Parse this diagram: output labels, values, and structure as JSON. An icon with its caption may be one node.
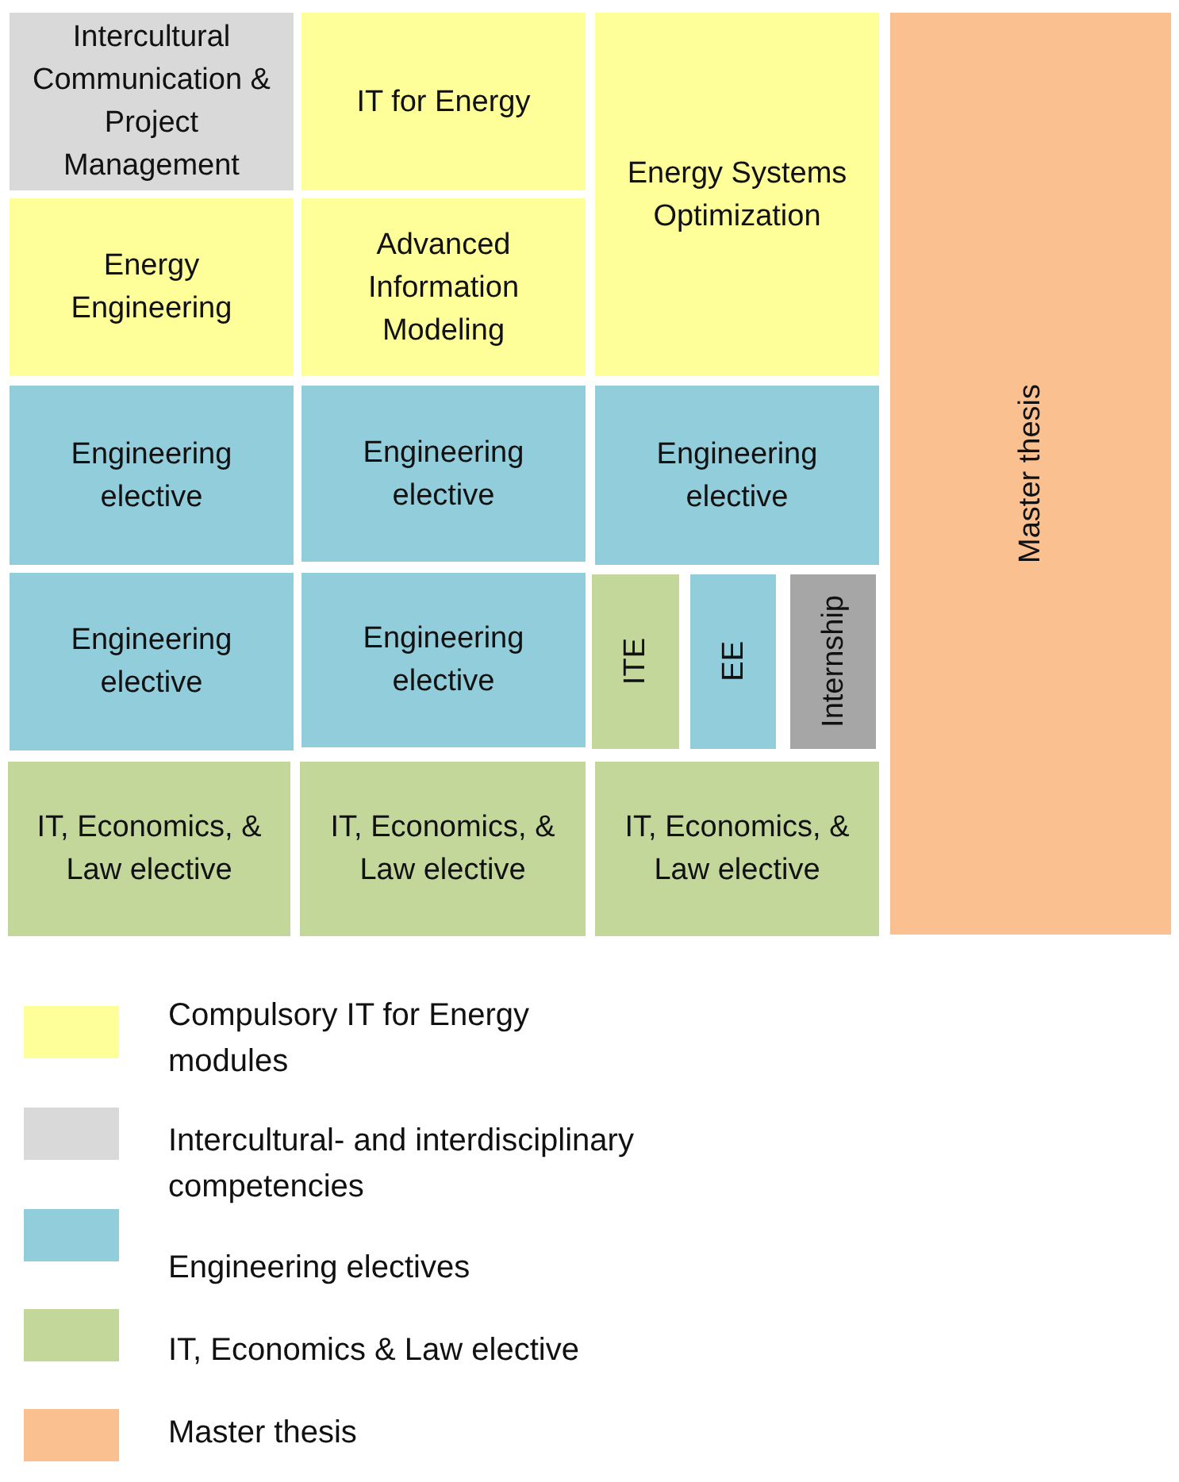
{
  "diagram": {
    "nodes": [
      {
        "text": [
          "Intercultural Communication & Project Management"
        ]
      },
      {
        "text": [
          "IT for Energy"
        ]
      },
      {
        "text": [
          "Energy Systems Optimization"
        ]
      },
      {
        "text": [
          "Master thesis"
        ]
      },
      {
        "text": [
          "Energy Engineering"
        ]
      },
      {
        "text": [
          "Advanced Information Modeling"
        ]
      },
      {
        "text": [
          "Engineering elective"
        ]
      },
      {
        "text": [
          "Engineering elective"
        ]
      },
      {
        "text": [
          "Engineering elective"
        ]
      },
      {
        "text": [
          "Engineering elective"
        ]
      },
      {
        "text": [
          "Engineering elective"
        ]
      },
      {
        "text": [
          "ITE"
        ]
      },
      {
        "text": [
          "EE"
        ]
      },
      {
        "text": [
          "Internship"
        ]
      },
      {
        "text": [
          "IT, Economics, & Law elective"
        ]
      },
      {
        "text": [
          "IT, Economics, & Law elective"
        ]
      },
      {
        "text": [
          "IT, Economics, & Law elective"
        ]
      }
    ],
    "legend": [
      {
        "text": "Compulsory IT for Energy modules",
        "color": "#ffff99"
      },
      {
        "text": "Intercultural- and interdisciplinary competencies",
        "color": "#d9d9d9"
      },
      {
        "text": "Engineering electives",
        "color": "#92cddc"
      },
      {
        "text": "IT, Economics & Law elective",
        "color": "#c4d79b"
      },
      {
        "text": "Master thesis",
        "color": "#fac090"
      }
    ]
  }
}
